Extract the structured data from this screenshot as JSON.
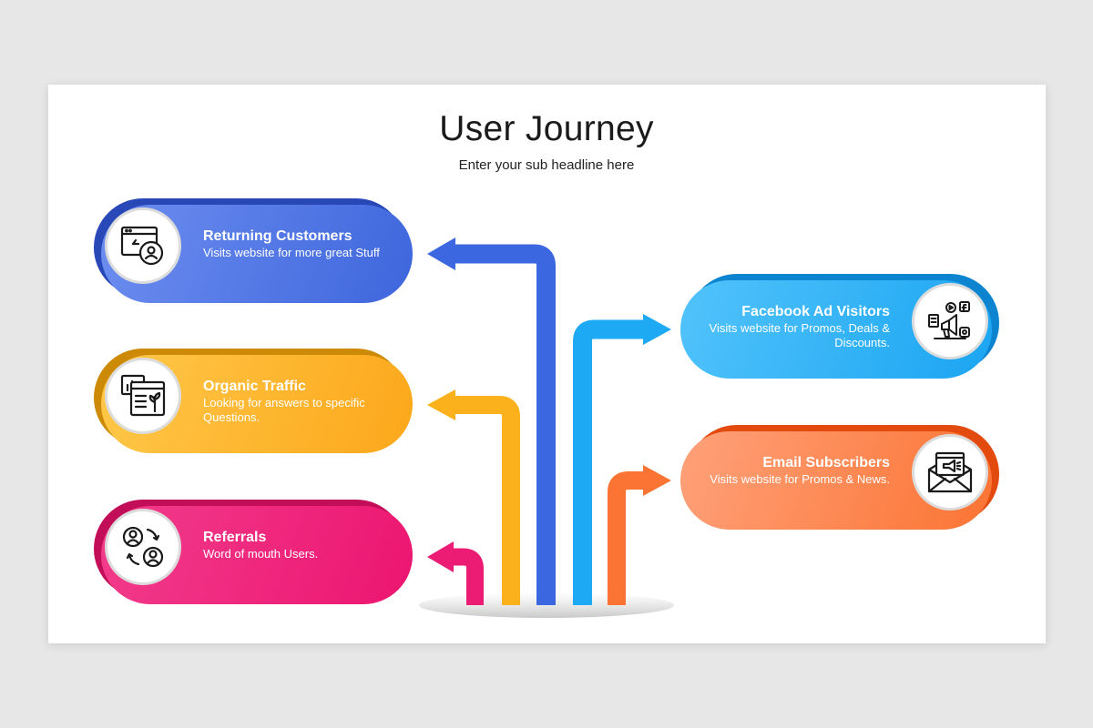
{
  "slide": {
    "title": "User Journey",
    "subtitle": "Enter your sub headline here"
  },
  "colors": {
    "blue": "#3b68e0",
    "yellow": "#fbb11c",
    "pink": "#ec1b73",
    "sky": "#1ea9f5",
    "orange": "#fb7433"
  },
  "items": [
    {
      "title": "Returning Customers",
      "desc": "Visits website for more great Stuff",
      "icon": "returning-customer-icon",
      "color": "blue"
    },
    {
      "title": "Organic Traffic",
      "desc": "Looking for answers to specific Questions.",
      "icon": "growth-chart-icon",
      "color": "yellow"
    },
    {
      "title": "Referrals",
      "desc": "Word of mouth Users.",
      "icon": "referral-users-icon",
      "color": "pink"
    },
    {
      "title": "Facebook Ad Visitors",
      "desc": "Visits website for Promos, Deals & Discounts.",
      "icon": "social-media-megaphone-icon",
      "color": "sky"
    },
    {
      "title": "Email Subscribers",
      "desc": "Visits website for Promos & News.",
      "icon": "email-megaphone-icon",
      "color": "orange"
    }
  ]
}
